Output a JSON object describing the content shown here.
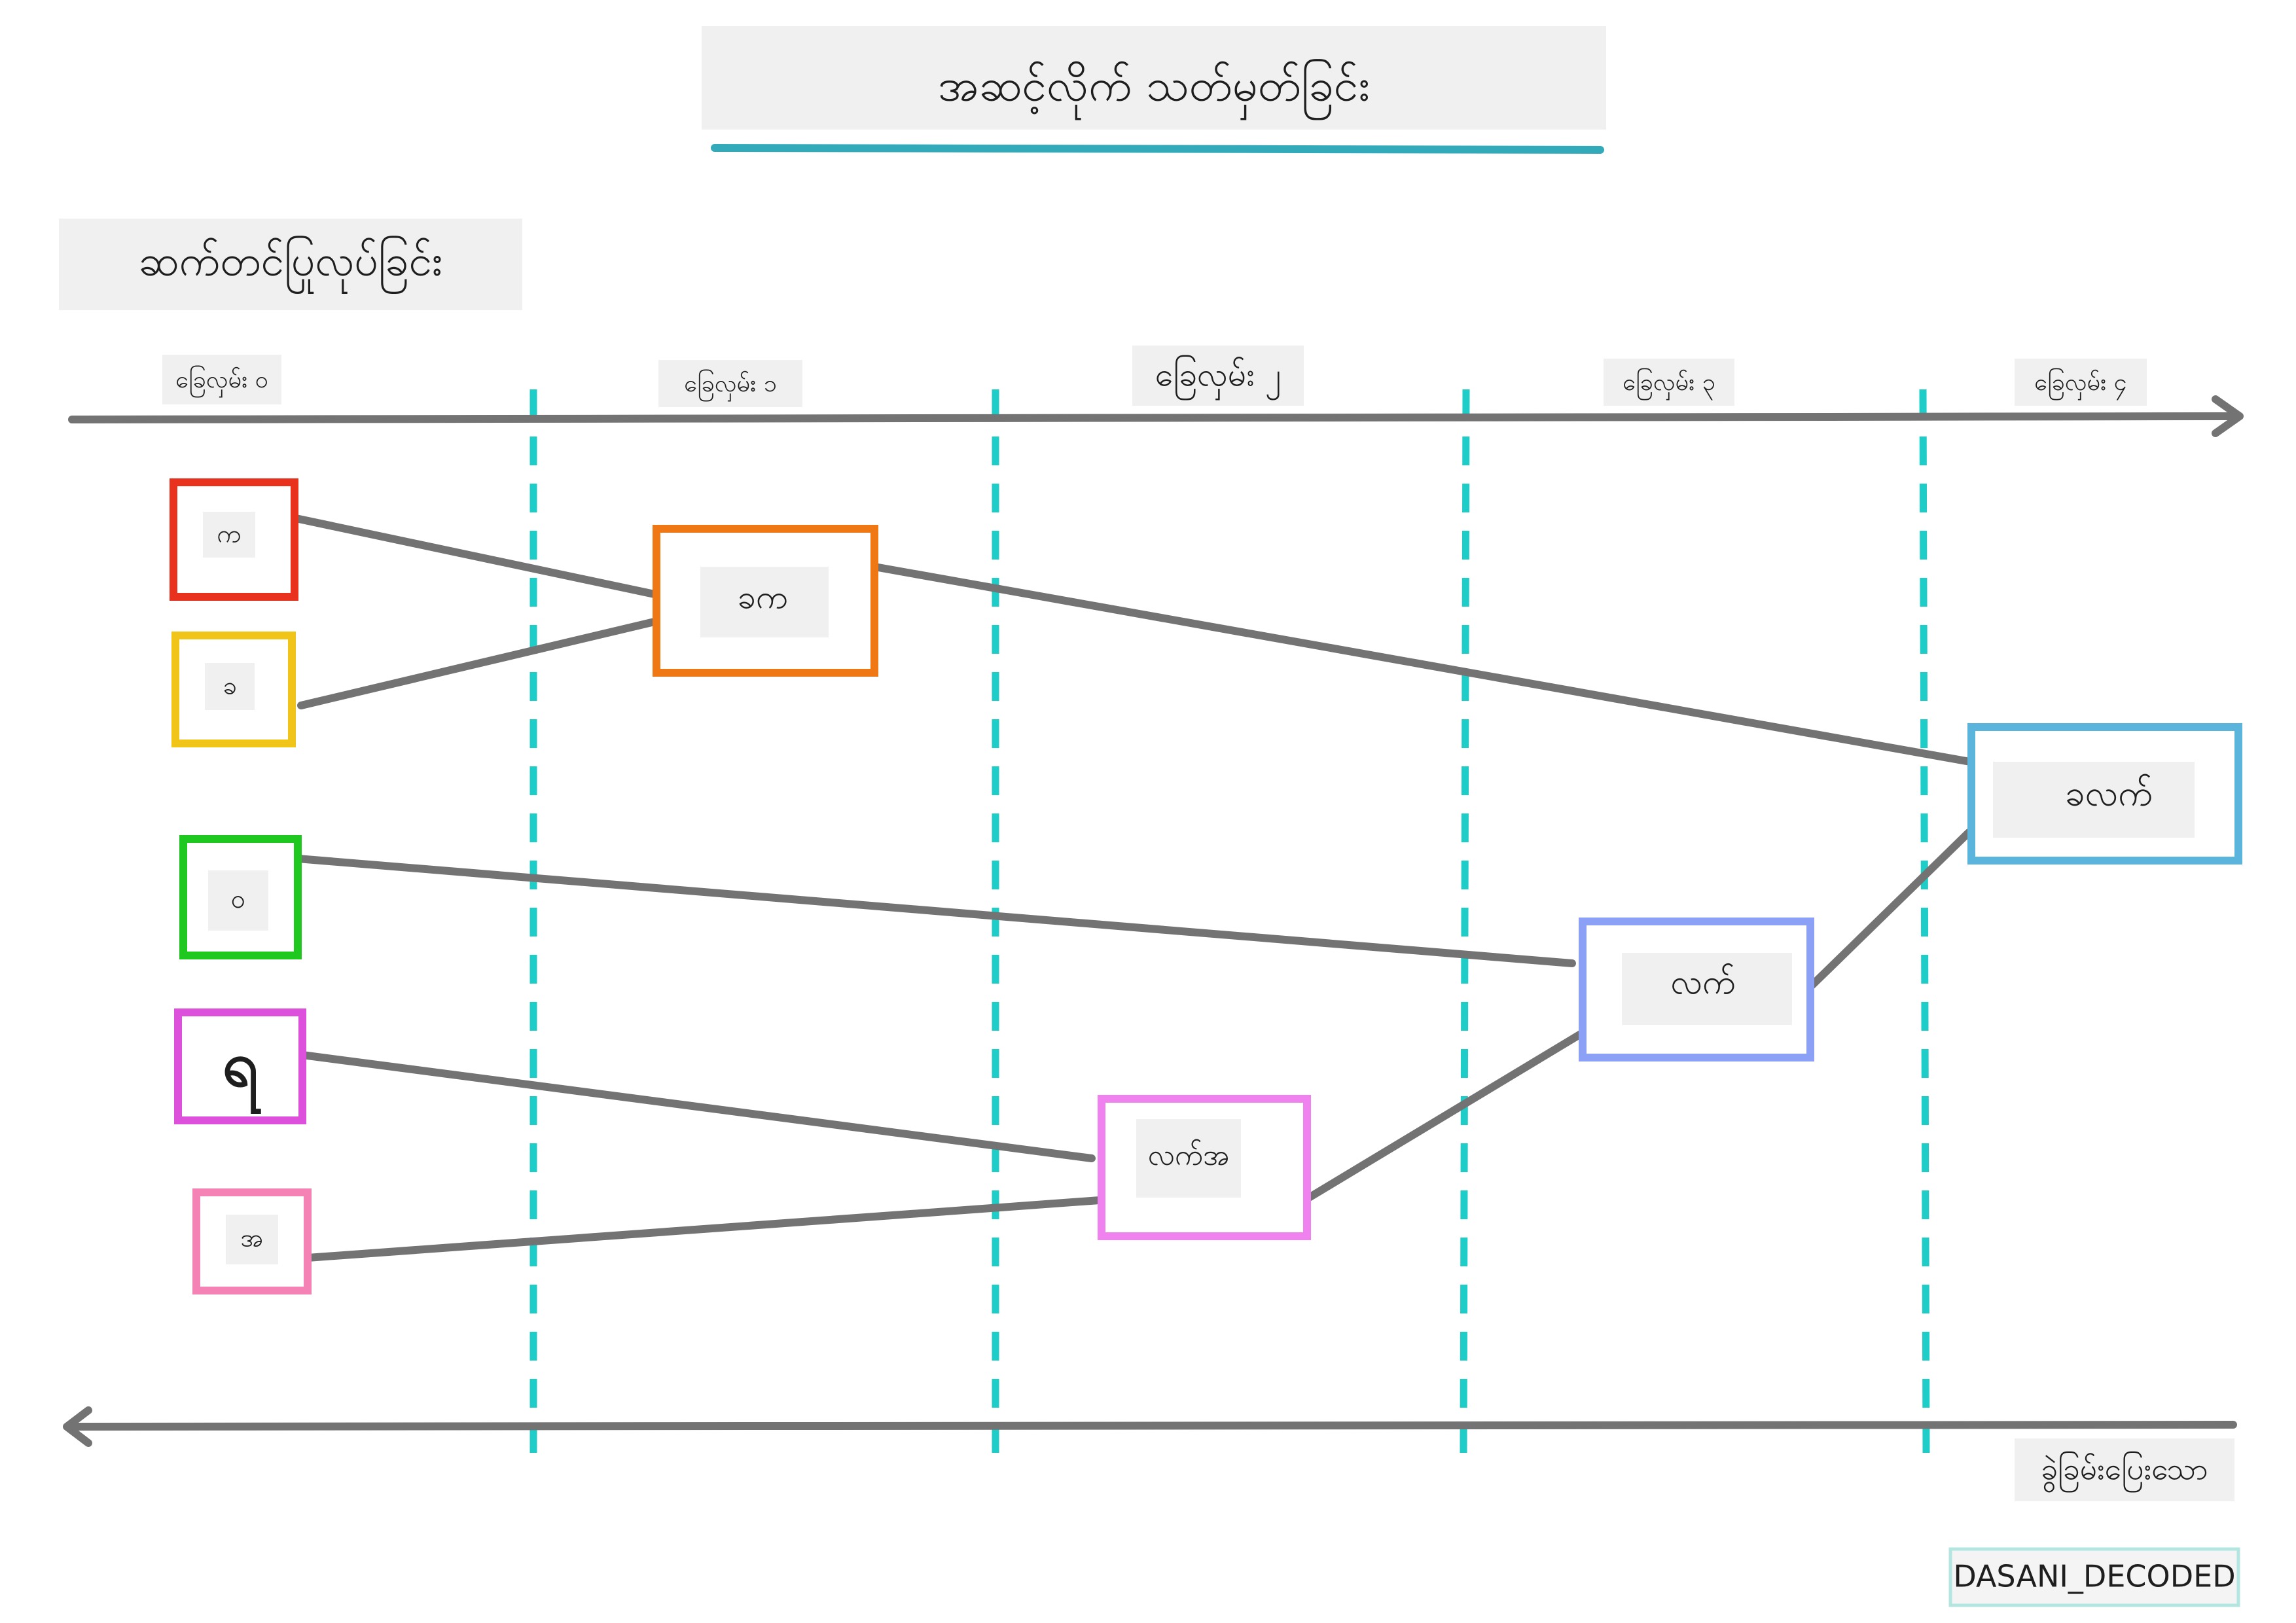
{
  "title": "အဆင့်လိုက် သတ်မှတ်ခြင်း",
  "forward_label": "ဆက်တင်ပြုလုပ်ခြင်း",
  "backward_label": "ခွဲခြမ်းပြေးသော",
  "watermark": "DASANI_DECODED",
  "steps": [
    "ခြေလှမ်း ၀",
    "ခြေလှမ်း ၁",
    "ခြေလှမ်း ၂",
    "ခြေလှမ်း ၃",
    "ခြေလှမ်း ၄"
  ],
  "inputs": [
    {
      "label": "က",
      "color": "#e8321e"
    },
    {
      "label": "ခ",
      "color": "#f0c419"
    },
    {
      "label": "ဝ",
      "color": "#1ec81e"
    },
    {
      "label": "ရ",
      "color": "#dc50dc"
    },
    {
      "label": "အ",
      "color": "#f582b4"
    }
  ],
  "merges": [
    {
      "label": "ခက",
      "color": "#f07814",
      "step": 1,
      "from": [
        "က",
        "ခ"
      ]
    },
    {
      "label": "လက်အ",
      "color": "#f082f0",
      "step": 2,
      "from": [
        "ရ",
        "အ"
      ]
    },
    {
      "label": "လက်",
      "color": "#8ca0f5",
      "step": 3,
      "from": [
        "ဝ",
        "လက်အ"
      ]
    },
    {
      "label": "ခလက်",
      "color": "#5ab4dc",
      "step": 4,
      "from": [
        "ခက",
        "လက်"
      ]
    }
  ],
  "colors": {
    "line": "#737373",
    "step_divider": "#1ecdc8",
    "title_underline": "#32aab9",
    "watermark_border": "#b4e6e1"
  }
}
